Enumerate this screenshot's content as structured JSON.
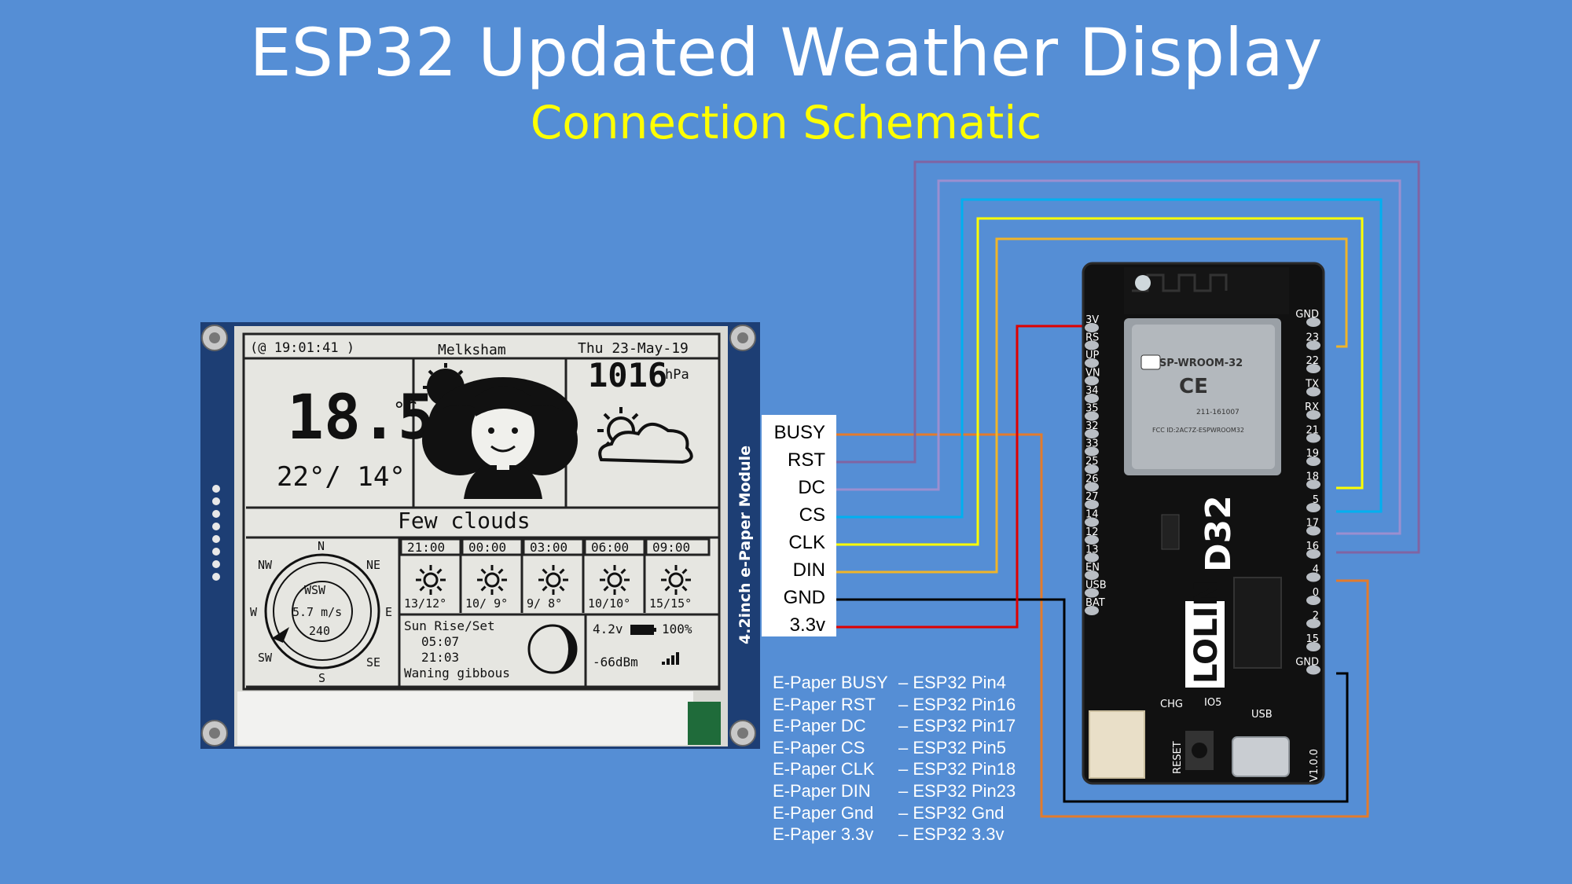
{
  "title": "ESP32 Updated Weather Display",
  "subtitle": "Connection Schematic",
  "colors": {
    "background": "#558ed5",
    "title": "#ffffff",
    "subtitle": "#ffff00"
  },
  "pin_labels": [
    "BUSY",
    "RST",
    "DC",
    "CS",
    "CLK",
    "DIN",
    "GND",
    "3.3v"
  ],
  "mapping": [
    {
      "epaper": "E-Paper BUSY",
      "esp32": "– ESP32 Pin4"
    },
    {
      "epaper": "E-Paper RST",
      "esp32": "– ESP32 Pin16"
    },
    {
      "epaper": "E-Paper DC",
      "esp32": "– ESP32 Pin17"
    },
    {
      "epaper": "E-Paper CS",
      "esp32": "– ESP32 Pin5"
    },
    {
      "epaper": "E-Paper CLK",
      "esp32": "– ESP32 Pin18"
    },
    {
      "epaper": "E-Paper DIN",
      "esp32": "– ESP32 Pin23"
    },
    {
      "epaper": "E-Paper Gnd",
      "esp32": "– ESP32 Gnd"
    },
    {
      "epaper": "E-Paper 3.3v",
      "esp32": "– ESP32 3.3v"
    }
  ],
  "wires": [
    {
      "signal": "BUSY",
      "color": "#e37b2c"
    },
    {
      "signal": "RST",
      "color": "#8064a2"
    },
    {
      "signal": "DC",
      "color": "#9b8fd0"
    },
    {
      "signal": "CS",
      "color": "#00b0f0"
    },
    {
      "signal": "CLK",
      "color": "#ffff00"
    },
    {
      "signal": "DIN",
      "color": "#f0b429"
    },
    {
      "signal": "GND",
      "color": "#000000"
    },
    {
      "signal": "3.3v",
      "color": "#e00000"
    }
  ],
  "epaper": {
    "module_label": "4.2inch e-Paper Module",
    "time": "(@ 19:01:41 )",
    "location": "Melksham",
    "date": "Thu  23-May-19",
    "temperature": "18.5",
    "temp_unit": "°C",
    "hi_lo": "22°/ 14°",
    "pressure": "1016",
    "pressure_unit": "hPa",
    "condition": "Few clouds",
    "forecast": [
      {
        "time": "21:00",
        "temps": "13/12°"
      },
      {
        "time": "00:00",
        "temps": "10/ 9°"
      },
      {
        "time": "03:00",
        "temps": "9/ 8°"
      },
      {
        "time": "06:00",
        "temps": "10/10°"
      },
      {
        "time": "09:00",
        "temps": "15/15°"
      }
    ],
    "compass": {
      "n": "N",
      "ne": "NE",
      "e": "E",
      "se": "SE",
      "s": "S",
      "sw": "SW",
      "w": "W",
      "nw": "NW",
      "dir": "WSW",
      "speed": "5.7 m/s",
      "deg": "240"
    },
    "sun_title": "Sun Rise/Set",
    "sunrise": "05:07",
    "sunset": "21:03",
    "moon": "Waning gibbous",
    "battery": "4.2v",
    "battery_pct": "100%",
    "wifi": "-66dBm"
  },
  "board": {
    "module_name": "ESP-WROOM-32",
    "fcc": "FCC ID:2AC7Z-ESPWROOM32",
    "cert": "211-161007",
    "brand": "LOLIN",
    "model": "D32",
    "left_pins": [
      "3V",
      "RS",
      "UP",
      "VN",
      "34",
      "35",
      "32",
      "33",
      "25",
      "26",
      "27",
      "14",
      "12",
      "13",
      "EN",
      "USB",
      "BAT"
    ],
    "right_pins": [
      "GND",
      "23",
      "22",
      "TX",
      "RX",
      "21",
      "19",
      "18",
      "5",
      "17",
      "16",
      "4",
      "0",
      "2",
      "15",
      "GND"
    ],
    "chg": "CHG",
    "io5": "IO5",
    "usb": "USB",
    "reset": "RESET",
    "version": "V1.0.0"
  }
}
